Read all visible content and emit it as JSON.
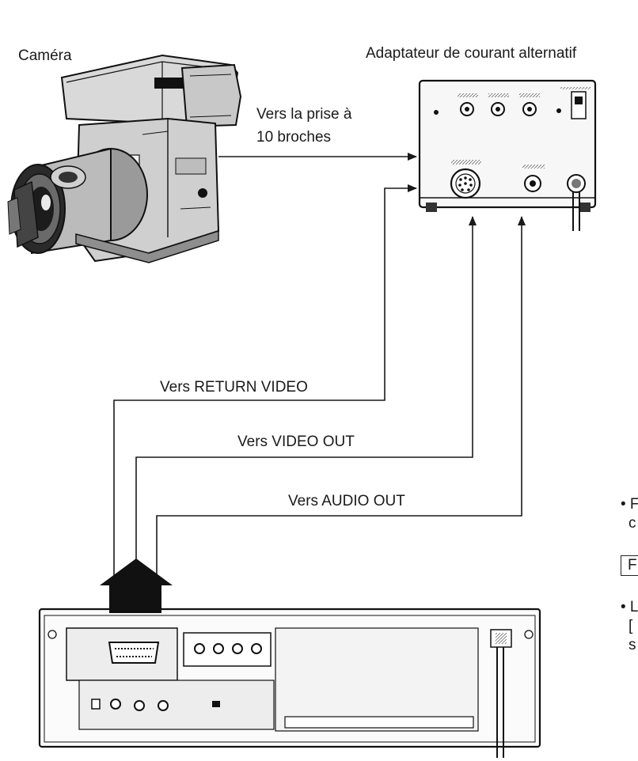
{
  "labels": {
    "camera": "Caméra",
    "ac_adapter": "Adaptateur de courant alternatif",
    "to_10pin_line1": "Vers la prise à",
    "to_10pin_line2": "10 broches",
    "to_return_video": "Vers RETURN VIDEO",
    "to_video_out": "Vers VIDEO OUT",
    "to_audio_out": "Vers AUDIO OUT"
  },
  "cropped_right_text": {
    "bullet_1_line1": "• F",
    "bullet_1_line2": "c",
    "boxed_heading": "F",
    "bullet_2_line1": "• L",
    "bullet_2_line2": "[",
    "bullet_2_line3": "s"
  }
}
